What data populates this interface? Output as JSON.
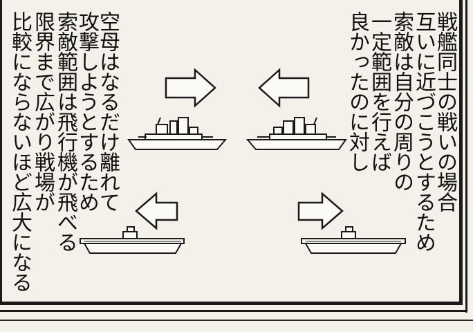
{
  "left_text": {
    "columns": [
      "空母はなるだけ離れて",
      "攻撃しようとするため",
      "索敵範囲は飛行機が飛べる",
      "限界まで広がり戦場が",
      "比較にならないほど広大になる"
    ]
  },
  "right_text": {
    "columns": [
      "戦艦同士の戦いの場合",
      "互いに近づこうとするため",
      "索敵は自分の周りの",
      "一定範囲を行えば",
      "良かったのに対し"
    ]
  },
  "icons": {
    "arrows": [
      "arrow-right-icon",
      "arrow-left-icon"
    ],
    "ships": [
      "battleship-icon",
      "aircraft-carrier-icon"
    ]
  }
}
